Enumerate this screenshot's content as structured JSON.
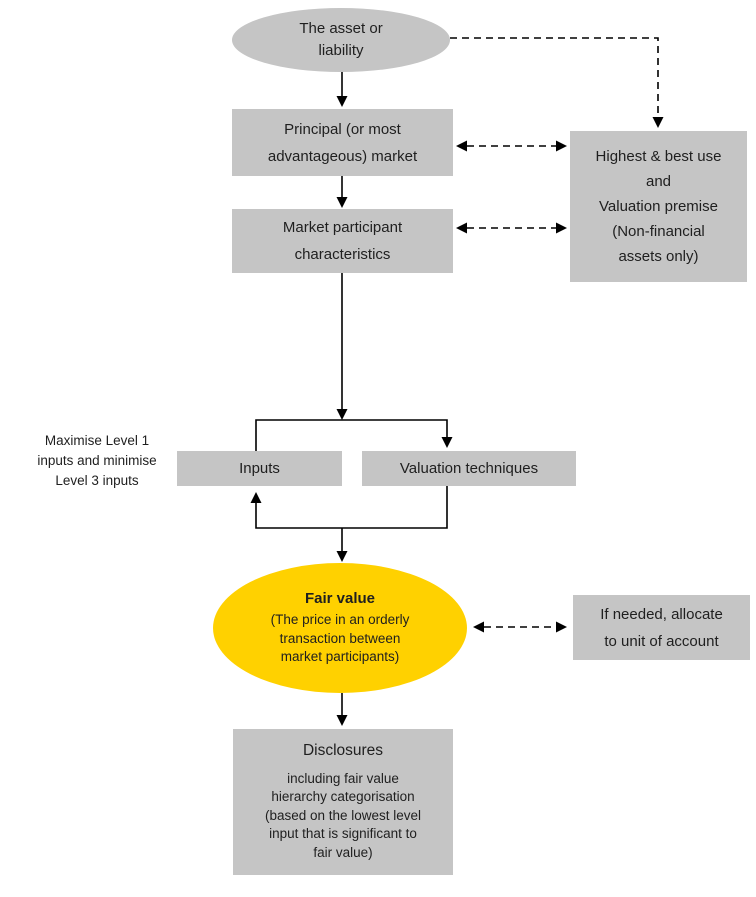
{
  "colors": {
    "node_gray": "#C5C5C5",
    "fair_value_yellow": "#FFD100",
    "text": "#1F1F1F",
    "connector": "#000000"
  },
  "nodes": {
    "asset_or_liability": "The asset or\nliability",
    "principal_market": "Principal (or most\nadvantageous) market",
    "market_participant_characteristics": "Market participant\ncharacteristics",
    "highest_and_best_use": "Highest & best use\nand\nValuation premise\n(Non-financial\nassets only)",
    "maximise_note": "Maximise Level 1\ninputs and minimise\nLevel 3 inputs",
    "inputs": "Inputs",
    "valuation_techniques": "Valuation techniques",
    "fair_value": {
      "title": "Fair value",
      "subtitle": "(The price in an orderly\ntransaction between\nmarket participants)"
    },
    "unit_of_account": "If needed, allocate\nto unit of account",
    "disclosures": {
      "title": "Disclosures",
      "body": "including fair value\nhierarchy categorisation\n(based on the lowest level\ninput that is significant to\nfair value)"
    }
  }
}
